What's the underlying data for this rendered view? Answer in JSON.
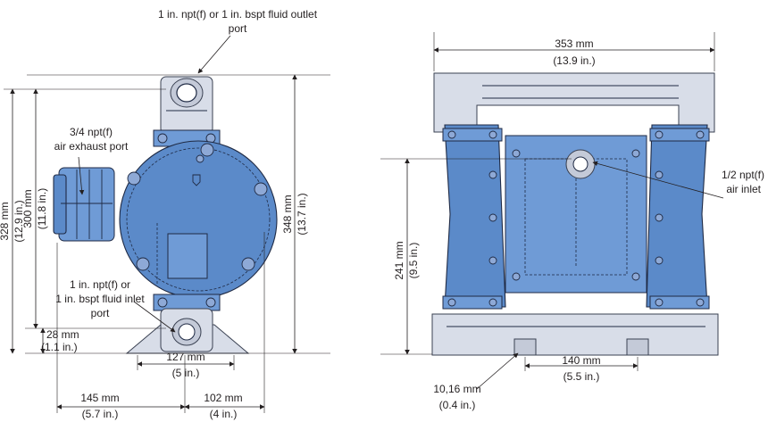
{
  "left_view": {
    "outlet_label_line1": "1 in. npt(f) or 1 in. bspt fluid outlet",
    "outlet_label_line2": "port",
    "exhaust_label_line1": "3/4 npt(f)",
    "exhaust_label_line2": "air exhaust port",
    "inlet_label_line1": "1 in. npt(f) or",
    "inlet_label_line2": "1 in. bspt fluid inlet",
    "inlet_label_line3": "port",
    "dim_328_mm": "328 mm",
    "dim_328_in": "(12.9 in.)",
    "dim_300_mm": "300 mm",
    "dim_300_in": "(11.8 in.)",
    "dim_348_mm": "348 mm",
    "dim_348_in": "(13.7 in.)",
    "dim_28_mm": "28 mm",
    "dim_28_in": "(1.1 in.)",
    "dim_127_mm": "127 mm",
    "dim_127_in": "(5 in.)",
    "dim_145_mm": "145 mm",
    "dim_145_in": "(5.7 in.)",
    "dim_102_mm": "102 mm",
    "dim_102_in": "(4 in.)"
  },
  "right_view": {
    "dim_353_mm": "353 mm",
    "dim_353_in": "(13.9 in.)",
    "air_inlet_line1": "1/2 npt(f)",
    "air_inlet_line2": "air inlet",
    "dim_241_mm": "241 mm",
    "dim_241_in": "(9.5 in.)",
    "dim_140_mm": "140 mm",
    "dim_140_in": "(5.5 in.)",
    "dim_10_mm": "10,16 mm",
    "dim_10_in": "(0.4 in.)"
  },
  "colors": {
    "pump_blue": "#5b8ac9",
    "manifold_grey": "#d8dde8",
    "line": "#231f20"
  }
}
